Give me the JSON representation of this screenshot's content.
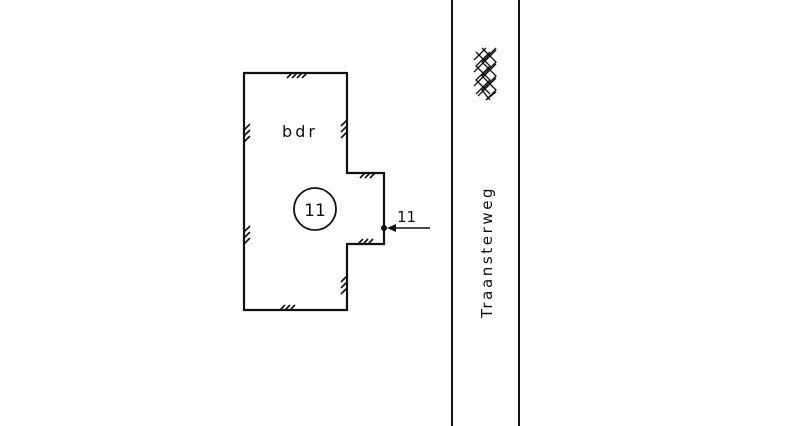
{
  "building": {
    "label": "bdr",
    "number": "11"
  },
  "address_marker": {
    "number": "11"
  },
  "street": {
    "name": "Traansterweg"
  },
  "icons": {
    "tree": "hatched-tree-symbol",
    "hatch": "wall-hatch-marks"
  }
}
